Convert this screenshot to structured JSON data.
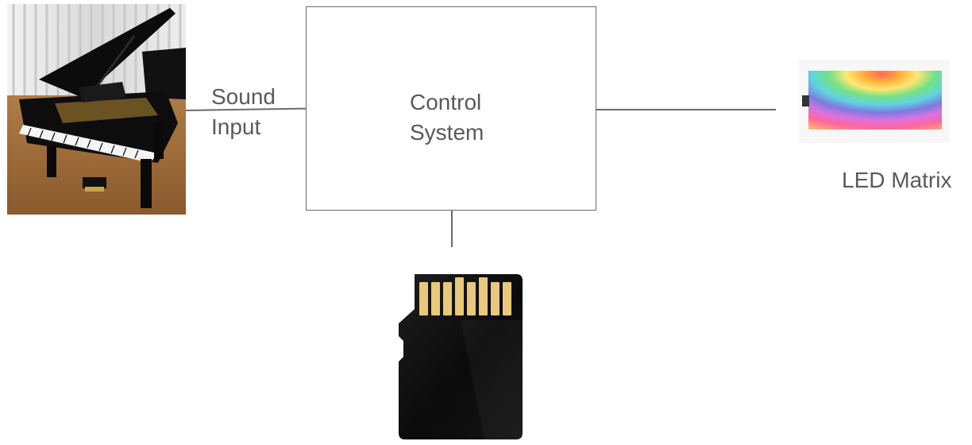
{
  "diagram": {
    "sound_input_label": [
      "Sound",
      "Input"
    ],
    "control_system_label": [
      "Control",
      "System"
    ],
    "led_matrix_label": "LED Matrix"
  },
  "colors": {
    "line": "#6b6b6b",
    "text": "#5a5a5a",
    "sd_body": "#111111",
    "sd_contacts": "#e8c87a",
    "piano_body": "#0d0d0d",
    "stage_floor": "#9a6a3a",
    "curtain": "#e6e6e6"
  },
  "icons": {
    "piano": "grand-piano-photo",
    "led_matrix": "rainbow-led-matrix-photo",
    "memory_card": "microsd-card-icon"
  }
}
